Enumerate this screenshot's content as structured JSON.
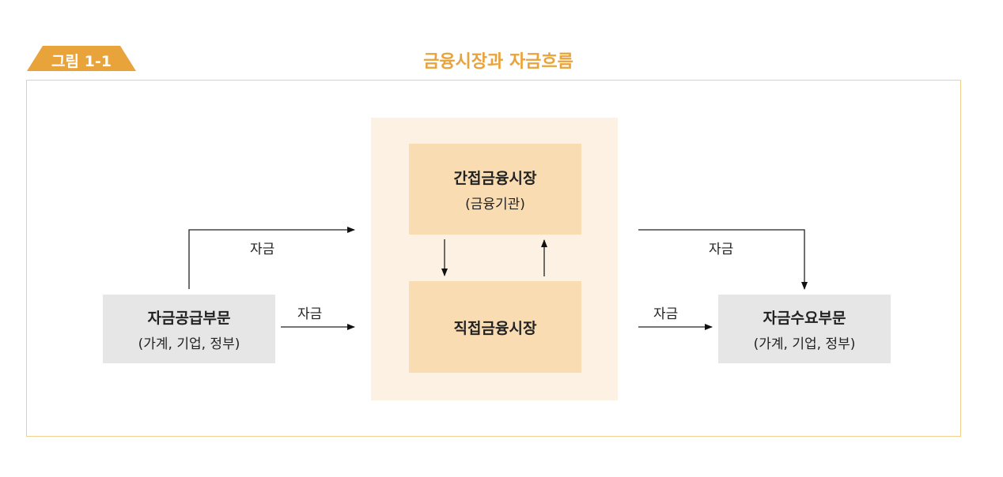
{
  "figure_label": "그림 1-1",
  "title": "금융시장과 자금흐름",
  "nodes": {
    "supply": {
      "main": "자금공급부문",
      "sub": "(가계, 기업, 정부)"
    },
    "indirect": {
      "main": "간접금융시장",
      "sub": "(금융기관)"
    },
    "direct": {
      "main": "직접금융시장"
    },
    "demand": {
      "main": "자금수요부문",
      "sub": "(가계, 기업, 정부)"
    }
  },
  "flow_labels": {
    "supply_to_indirect": "자금",
    "supply_to_direct": "자금",
    "indirect_to_demand": "자금",
    "direct_to_demand": "자금"
  },
  "colors": {
    "accent": "#e8a33a",
    "frame_border": "#f3d08e",
    "market_background": "#fcf1e2",
    "market_box": "#f9dcb2",
    "sector_box": "#e6e6e6"
  }
}
